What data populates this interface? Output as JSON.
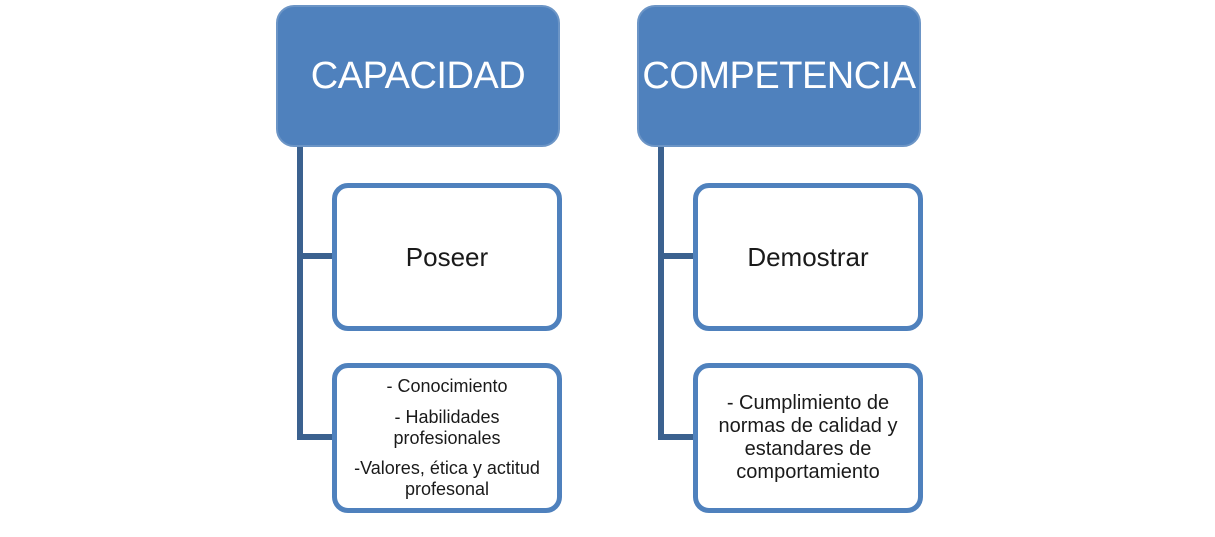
{
  "diagram": {
    "columns": [
      {
        "header": "CAPACIDAD",
        "children": [
          {
            "lines": [
              "Poseer"
            ]
          },
          {
            "lines": [
              "- Conocimiento",
              "- Habilidades profesionales",
              "-Valores, ética y actitud profesonal"
            ]
          }
        ]
      },
      {
        "header": "COMPETENCIA",
        "children": [
          {
            "lines": [
              "Demostrar"
            ]
          },
          {
            "lines": [
              "- Cumplimiento de normas de calidad y estandares de comportamiento"
            ]
          }
        ]
      }
    ],
    "colors": {
      "header_fill": "#4f81bd",
      "box_border": "#4f81bd",
      "connector": "#3b618f",
      "header_text": "#ffffff",
      "body_text": "#1a1a1a",
      "background": "#ffffff"
    }
  }
}
